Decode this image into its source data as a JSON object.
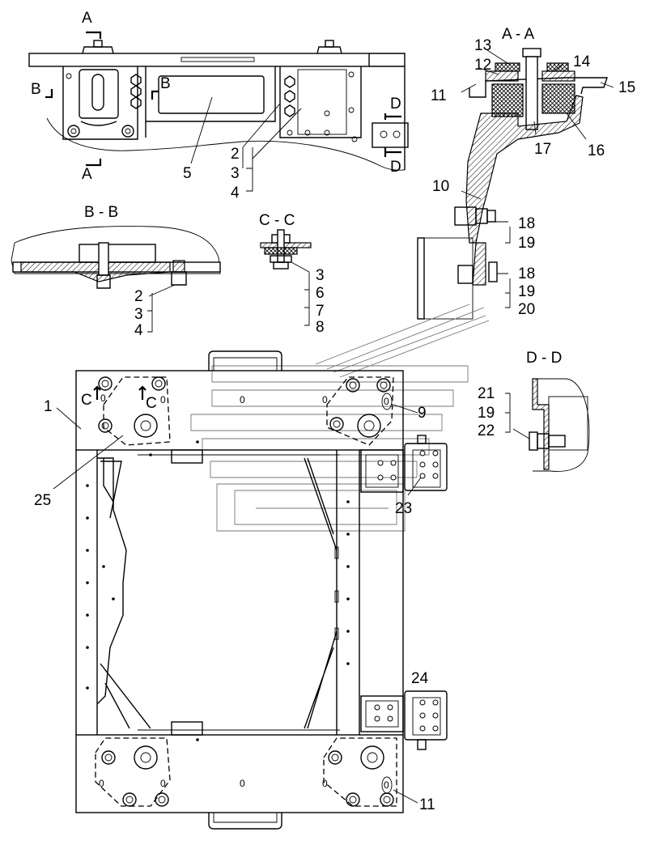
{
  "sections": {
    "aa": "A - A",
    "bb": "B - B",
    "cc": "C - C",
    "dd": "D - D"
  },
  "markers": {
    "a": "A",
    "b": "B",
    "c": "C",
    "d": "D"
  },
  "hole_mark": "0",
  "labels": {
    "p1": "1",
    "p2": "2",
    "p3": "3",
    "p4": "4",
    "p5": "5",
    "p6": "6",
    "p7": "7",
    "p8": "8",
    "p9": "9",
    "p10": "10",
    "p11": "11",
    "p12": "12",
    "p13": "13",
    "p14": "14",
    "p15": "15",
    "p16": "16",
    "p17": "17",
    "p18": "18",
    "p19": "19",
    "p20": "20",
    "p21": "21",
    "p22": "22",
    "p23": "23",
    "p24": "24",
    "p25": "25"
  }
}
